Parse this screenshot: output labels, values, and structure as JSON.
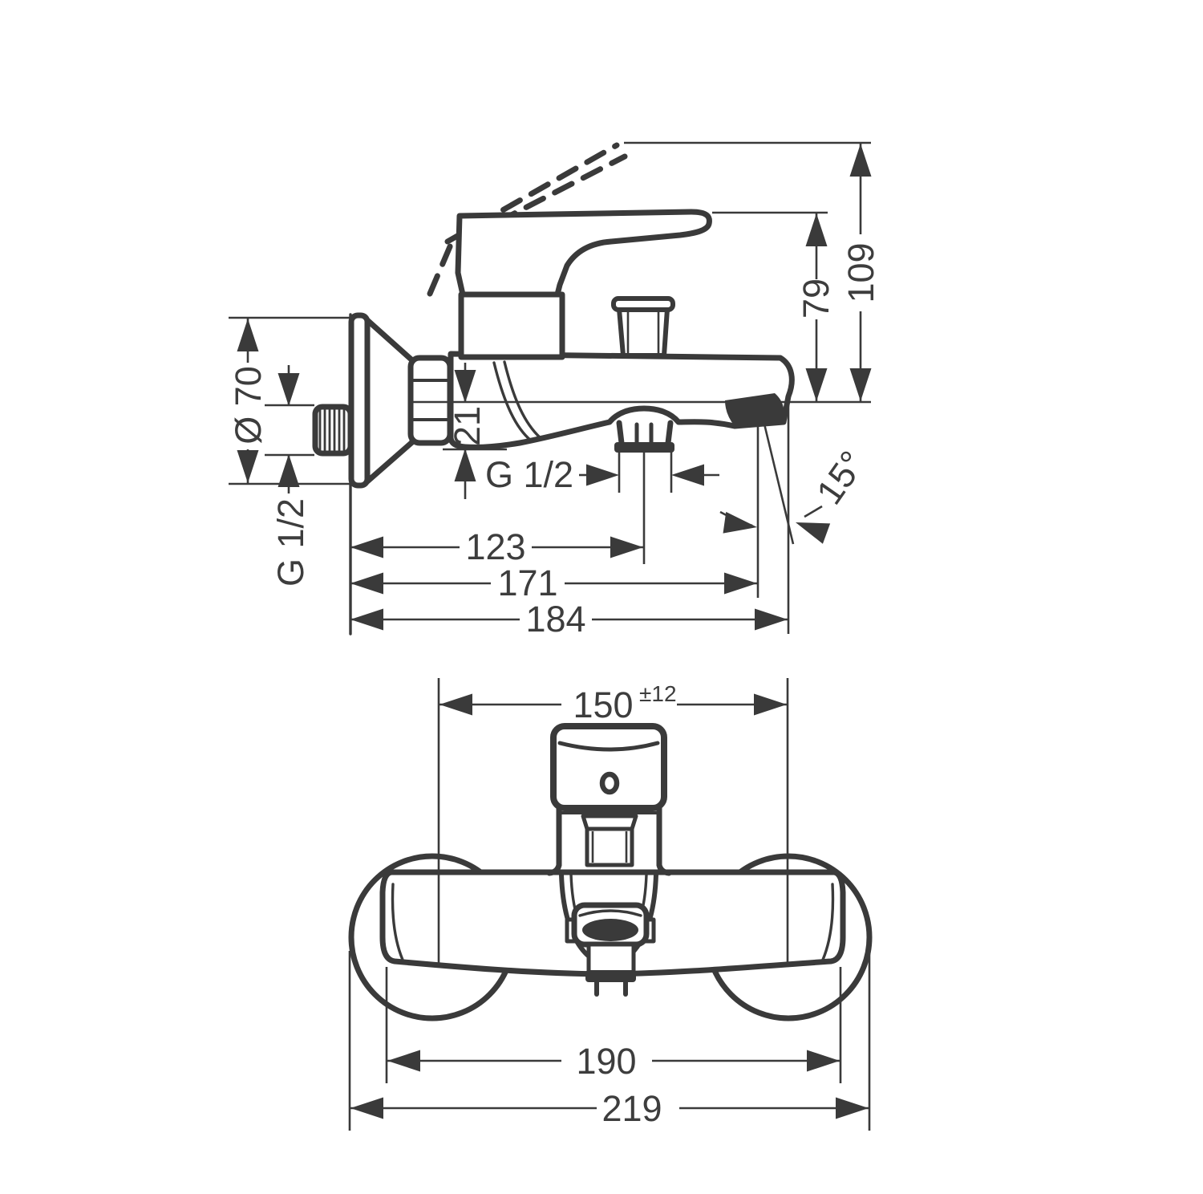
{
  "colors": {
    "line": "#3a3a3a",
    "background": "#ffffff"
  },
  "side_view": {
    "escutcheon_diameter": "Ø 70",
    "wall_connection_thread": "G 1/2",
    "spout_underside_offset": "21",
    "shower_outlet_thread": "G 1/2",
    "spout_to_handle_height": "79",
    "spout_to_raised_handle_height": "109",
    "outlet_center_projection": "123",
    "spout_end_projection": "171",
    "overall_projection": "184",
    "spout_face_angle": "15°"
  },
  "front_view": {
    "connection_spacing": "150",
    "connection_spacing_tolerance": "±12",
    "body_width": "190",
    "overall_width": "219"
  }
}
